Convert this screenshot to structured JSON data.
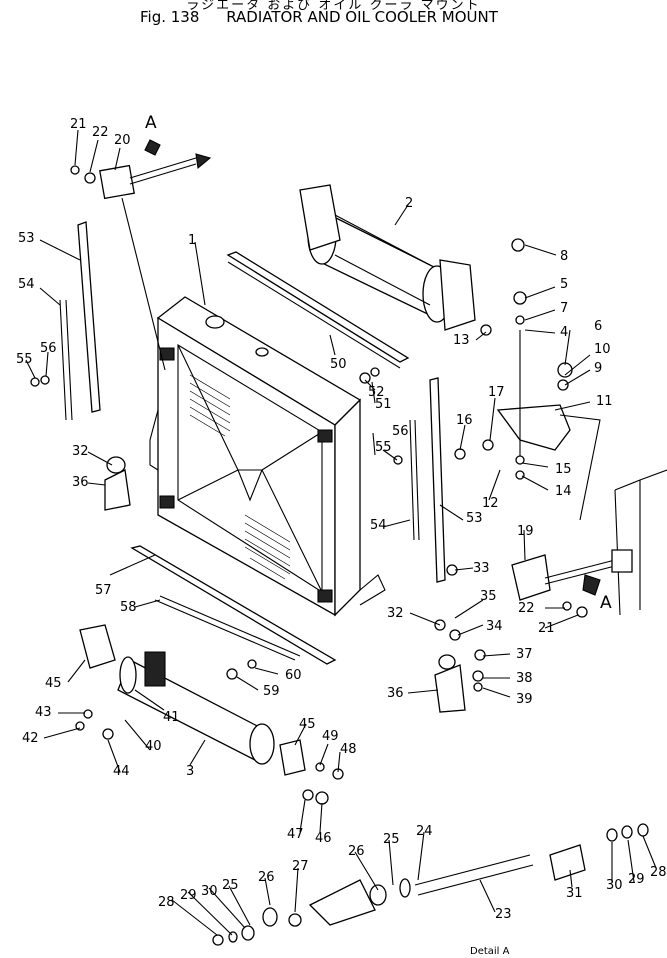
{
  "header": {
    "japanese_title": "ラジエータ および オイル クーラ マウント",
    "figure_number": "Fig. 138",
    "title": "RADIATOR AND OIL COOLER MOUNT"
  },
  "view_marks": {
    "top_left": "A",
    "right": "A"
  },
  "detail_caption": "Detail A",
  "callouts": {
    "c21a": "21",
    "c22a": "22",
    "c20": "20",
    "c53a": "53",
    "c54a": "54",
    "c55a": "55",
    "c56a": "56",
    "c1": "1",
    "c2": "2",
    "c8": "8",
    "c5": "5",
    "c7": "7",
    "c13": "13",
    "c4": "4",
    "c6": "6",
    "c10": "10",
    "c9": "9",
    "c11": "11",
    "c50": "50",
    "c52": "52",
    "c51": "51",
    "c17": "17",
    "c16": "16",
    "c15": "15",
    "c14": "14",
    "c12": "12",
    "c56b": "56",
    "c55b": "55",
    "c53b": "53",
    "c54b": "54",
    "c32a": "32",
    "c36a": "36",
    "c19": "19",
    "c33": "33",
    "c22b": "22",
    "c21b": "21",
    "c57": "57",
    "c58": "58",
    "c35": "35",
    "c32b": "32",
    "c34": "34",
    "c37": "37",
    "c38": "38",
    "c39": "39",
    "c36b": "36",
    "c60": "60",
    "c59": "59",
    "c45a": "45",
    "c41": "41",
    "c43": "43",
    "c42": "42",
    "c40": "40",
    "c44": "44",
    "c3": "3",
    "c45b": "45",
    "c49": "49",
    "c48": "48",
    "c47": "47",
    "c46": "46",
    "c25a": "25",
    "c24": "24",
    "c26a": "26",
    "c27": "27",
    "c23": "23",
    "c31": "31",
    "c30a": "30",
    "c29a": "29",
    "c28a": "28",
    "c28b": "28",
    "c29b": "29",
    "c30b": "30",
    "c25b": "25",
    "c26b": "26"
  }
}
